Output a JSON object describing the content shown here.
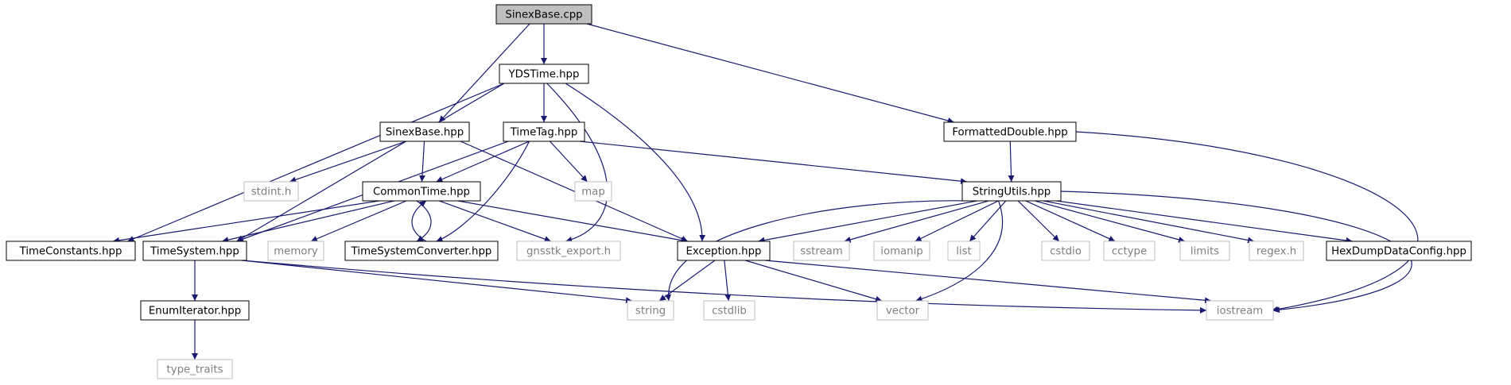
{
  "colors": {
    "edge": "#191970",
    "root_fill": "#bfbfbf",
    "node_border": "#000000",
    "system_border": "#bfbfbf",
    "system_text": "#7f7f7f",
    "text": "#000000",
    "background": "#ffffff"
  },
  "nodes": [
    {
      "id": "sinexbase_cpp",
      "label": "SinexBase.cpp",
      "kind": "root"
    },
    {
      "id": "ydstime_hpp",
      "label": "YDSTime.hpp",
      "kind": "file"
    },
    {
      "id": "sinexbase_hpp",
      "label": "SinexBase.hpp",
      "kind": "file"
    },
    {
      "id": "timetag_hpp",
      "label": "TimeTag.hpp",
      "kind": "file"
    },
    {
      "id": "formatteddouble_hpp",
      "label": "FormattedDouble.hpp",
      "kind": "file"
    },
    {
      "id": "stdint_h",
      "label": "stdint.h",
      "kind": "system"
    },
    {
      "id": "commontime_hpp",
      "label": "CommonTime.hpp",
      "kind": "file"
    },
    {
      "id": "map",
      "label": "map",
      "kind": "system"
    },
    {
      "id": "stringutils_hpp",
      "label": "StringUtils.hpp",
      "kind": "file"
    },
    {
      "id": "timeconstants_hpp",
      "label": "TimeConstants.hpp",
      "kind": "file"
    },
    {
      "id": "timesystem_hpp",
      "label": "TimeSystem.hpp",
      "kind": "file"
    },
    {
      "id": "memory",
      "label": "memory",
      "kind": "system"
    },
    {
      "id": "timesystemconverter_hpp",
      "label": "TimeSystemConverter.hpp",
      "kind": "file"
    },
    {
      "id": "gnsstk_export_h",
      "label": "gnsstk_export.h",
      "kind": "system"
    },
    {
      "id": "exception_hpp",
      "label": "Exception.hpp",
      "kind": "file"
    },
    {
      "id": "sstream",
      "label": "sstream",
      "kind": "system"
    },
    {
      "id": "iomanip",
      "label": "iomanip",
      "kind": "system"
    },
    {
      "id": "list",
      "label": "list",
      "kind": "system"
    },
    {
      "id": "cstdio",
      "label": "cstdio",
      "kind": "system"
    },
    {
      "id": "cctype",
      "label": "cctype",
      "kind": "system"
    },
    {
      "id": "limits",
      "label": "limits",
      "kind": "system"
    },
    {
      "id": "regex_h",
      "label": "regex.h",
      "kind": "system"
    },
    {
      "id": "hexdumpdataconfig_hpp",
      "label": "HexDumpDataConfig.hpp",
      "kind": "file"
    },
    {
      "id": "enumiterator_hpp",
      "label": "EnumIterator.hpp",
      "kind": "file"
    },
    {
      "id": "string",
      "label": "string",
      "kind": "system"
    },
    {
      "id": "cstdlib",
      "label": "cstdlib",
      "kind": "system"
    },
    {
      "id": "vector",
      "label": "vector",
      "kind": "system"
    },
    {
      "id": "iostream",
      "label": "iostream",
      "kind": "system"
    },
    {
      "id": "type_traits",
      "label": "type_traits",
      "kind": "system"
    }
  ],
  "edges": [
    [
      "sinexbase_cpp",
      "ydstime_hpp"
    ],
    [
      "sinexbase_cpp",
      "sinexbase_hpp"
    ],
    [
      "sinexbase_cpp",
      "formatteddouble_hpp"
    ],
    [
      "ydstime_hpp",
      "timetag_hpp"
    ],
    [
      "ydstime_hpp",
      "timeconstants_hpp"
    ],
    [
      "ydstime_hpp",
      "timesystem_hpp"
    ],
    [
      "ydstime_hpp",
      "gnsstk_export_h"
    ],
    [
      "ydstime_hpp",
      "exception_hpp"
    ],
    [
      "sinexbase_hpp",
      "stdint_h"
    ],
    [
      "sinexbase_hpp",
      "commontime_hpp"
    ],
    [
      "sinexbase_hpp",
      "exception_hpp"
    ],
    [
      "timetag_hpp",
      "commontime_hpp"
    ],
    [
      "timetag_hpp",
      "map"
    ],
    [
      "timetag_hpp",
      "stringutils_hpp"
    ],
    [
      "timetag_hpp",
      "timesystem_hpp"
    ],
    [
      "timetag_hpp",
      "timesystemconverter_hpp"
    ],
    [
      "formatteddouble_hpp",
      "stringutils_hpp"
    ],
    [
      "formatteddouble_hpp",
      "iostream"
    ],
    [
      "commontime_hpp",
      "timeconstants_hpp"
    ],
    [
      "commontime_hpp",
      "timesystem_hpp"
    ],
    [
      "commontime_hpp",
      "memory"
    ],
    [
      "commontime_hpp",
      "timesystemconverter_hpp"
    ],
    [
      "commontime_hpp",
      "gnsstk_export_h"
    ],
    [
      "commontime_hpp",
      "exception_hpp"
    ],
    [
      "timesystemconverter_hpp",
      "commontime_hpp"
    ],
    [
      "stringutils_hpp",
      "exception_hpp"
    ],
    [
      "stringutils_hpp",
      "string"
    ],
    [
      "stringutils_hpp",
      "sstream"
    ],
    [
      "stringutils_hpp",
      "iomanip"
    ],
    [
      "stringutils_hpp",
      "list"
    ],
    [
      "stringutils_hpp",
      "cstdio"
    ],
    [
      "stringutils_hpp",
      "cctype"
    ],
    [
      "stringutils_hpp",
      "limits"
    ],
    [
      "stringutils_hpp",
      "regex_h"
    ],
    [
      "stringutils_hpp",
      "hexdumpdataconfig_hpp"
    ],
    [
      "stringutils_hpp",
      "vector"
    ],
    [
      "stringutils_hpp",
      "iostream"
    ],
    [
      "timesystem_hpp",
      "enumiterator_hpp"
    ],
    [
      "timesystem_hpp",
      "string"
    ],
    [
      "timesystem_hpp",
      "iostream"
    ],
    [
      "exception_hpp",
      "string"
    ],
    [
      "exception_hpp",
      "cstdlib"
    ],
    [
      "exception_hpp",
      "vector"
    ],
    [
      "exception_hpp",
      "iostream"
    ],
    [
      "enumiterator_hpp",
      "type_traits"
    ]
  ]
}
